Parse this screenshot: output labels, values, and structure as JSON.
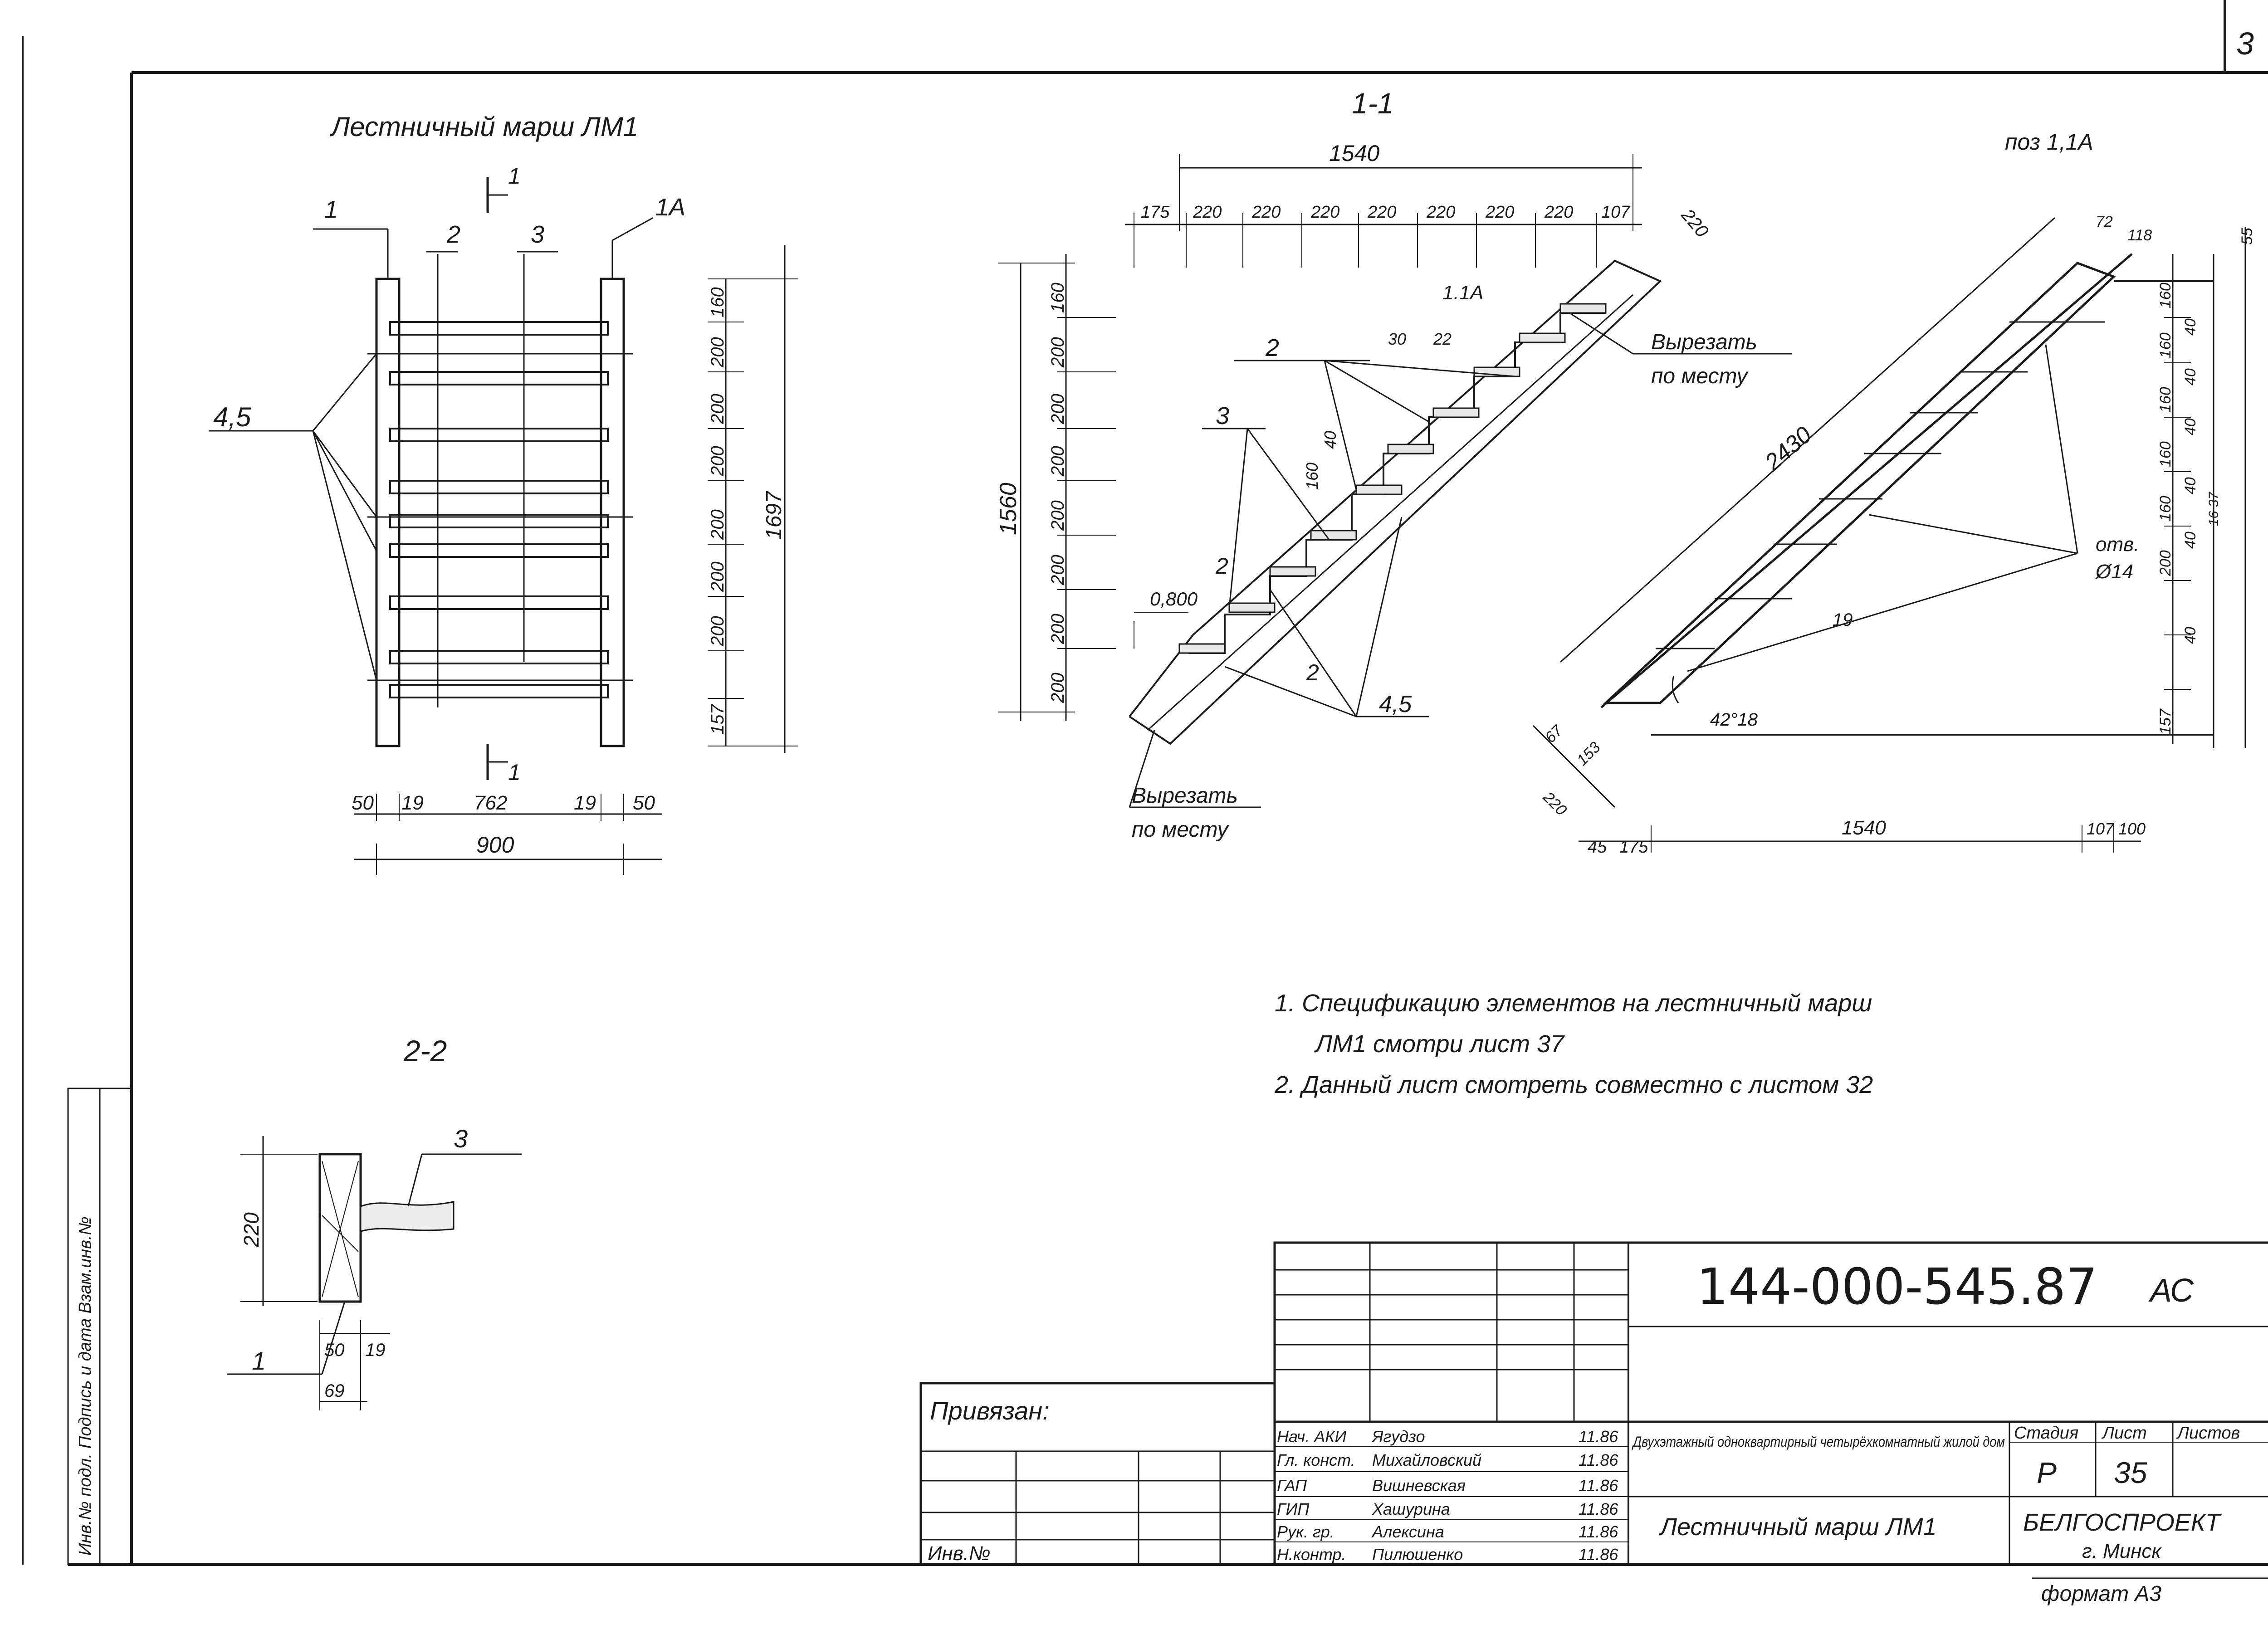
{
  "sheet": {
    "corner_number": "3",
    "side_stamp": "Инв.№ подл. Подпись и дата Взам.инв.№"
  },
  "plan": {
    "title": "Лестничный марш ЛМ1",
    "section_mark_top": "1",
    "section_mark_bottom": "1",
    "callouts": [
      "1",
      "2",
      "3",
      "1А",
      "4,5"
    ],
    "vertical_dims": [
      "160",
      "200",
      "200",
      "200",
      "200",
      "200",
      "200",
      "157"
    ],
    "overall_height": "1697",
    "bottom_dims": [
      "50",
      "19",
      "762",
      "19",
      "50"
    ],
    "overall_width": "900"
  },
  "section11": {
    "title": "1-1",
    "overall_top": "1540",
    "top_dims": [
      "175",
      "220",
      "220",
      "220",
      "220",
      "220",
      "220",
      "220",
      "107"
    ],
    "left_dims": [
      "160",
      "200",
      "200",
      "200",
      "200",
      "200",
      "200",
      "200"
    ],
    "overall_height": "1560",
    "small_dims": [
      "1.1А",
      "30",
      "22",
      "160",
      "40",
      "0,800",
      "220"
    ],
    "callouts": [
      "2",
      "3",
      "2",
      "2",
      "4,5"
    ],
    "cut_note_line1": "Вырезать",
    "cut_note_line2": "по месту"
  },
  "stringer": {
    "title": "поз 1,1А",
    "length": "2430",
    "top_dims": [
      "72",
      "118",
      "55"
    ],
    "right_dims": [
      "160",
      "40",
      "160",
      "40",
      "160",
      "40",
      "160",
      "40",
      "160",
      "40",
      "200",
      "40",
      "157"
    ],
    "right_extra": "16 37",
    "rebar_label_line1": "отв.",
    "rebar_label_line2": "Ø14",
    "small_dim": "19",
    "angle": "42°18",
    "bottom_dims": [
      "45",
      "175",
      "1540",
      "107",
      "100"
    ],
    "left_dims": [
      "67",
      "153",
      "220"
    ]
  },
  "section22": {
    "title": "2-2",
    "height": "220",
    "callout_top": "3",
    "callout_bottom": "1",
    "dims": [
      "50",
      "19",
      "69"
    ]
  },
  "notes": [
    "1. Спецификацию элементов на лестничный марш",
    "ЛМ1 смотри лист 37",
    "2. Данный лист смотреть совместно с листом 32"
  ],
  "title_block": {
    "doc_code": "144-000-545.87",
    "doc_mark": "АС",
    "bound_label": "Привязан:",
    "inv_label": "Инв.№",
    "roles": [
      {
        "role": "Нач. АКИ",
        "name": "Ягудзо",
        "date": "11.86"
      },
      {
        "role": "Гл. конст.",
        "name": "Михайловский",
        "date": "11.86"
      },
      {
        "role": "ГАП",
        "name": "Вишневская",
        "date": "11.86"
      },
      {
        "role": "ГИП",
        "name": "Хашурина",
        "date": "11.86"
      },
      {
        "role": "Рук. гр.",
        "name": "Алексина",
        "date": "11.86"
      },
      {
        "role": "Н.контр.",
        "name": "Пилюшенко",
        "date": "11.86"
      }
    ],
    "project_name": "Двухэтажный одноквартирный четырёхкомнатный жилой дом",
    "sheet_name": "Лестничный марш ЛМ1",
    "stage_label": "Стадия",
    "sheet_label": "Лист",
    "sheets_label": "Листов",
    "stage_value": "Р",
    "sheet_value": "35",
    "org_name": "БЕЛГОСПРОЕКТ",
    "org_city": "г. Минск",
    "format": "формат А3"
  }
}
